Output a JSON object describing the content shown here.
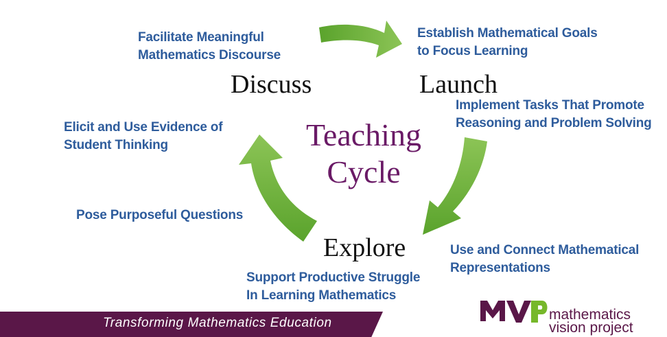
{
  "center": {
    "line1": "Teaching",
    "line2": "Cycle"
  },
  "stages": {
    "discuss": "Discuss",
    "launch": "Launch",
    "explore": "Explore"
  },
  "practices": {
    "discourse": [
      "Facilitate Meaningful",
      "Mathematics Discourse"
    ],
    "goals": [
      "Establish Mathematical Goals",
      "to Focus Learning"
    ],
    "tasks": [
      "Implement Tasks That Promote",
      "Reasoning and Problem Solving"
    ],
    "evidence": [
      "Elicit and Use Evidence of",
      "Student Thinking"
    ],
    "questions": [
      "Pose Purposeful Questions"
    ],
    "representations": [
      "Use and Connect Mathematical",
      "Representations"
    ],
    "struggle": [
      "Support Productive Struggle",
      "In Learning Mathematics"
    ]
  },
  "banner": {
    "text": "Transforming Mathematics Education"
  },
  "logo": {
    "line1": "mathematics",
    "line2": "vision project"
  },
  "colors": {
    "practice_text": "#2e5c9c",
    "center_text": "#6a1a66",
    "arrow_green": "#6cb33f",
    "banner_bg": "#5a1748",
    "logo_purple": "#5a1748",
    "logo_green": "#76b82a"
  }
}
